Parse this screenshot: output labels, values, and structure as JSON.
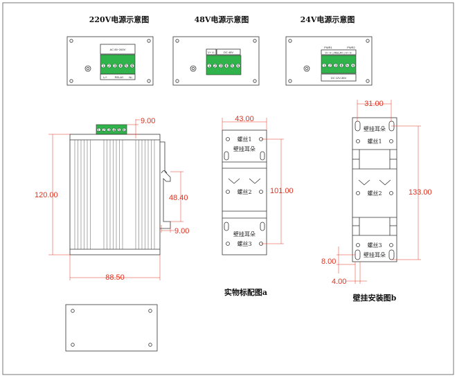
{
  "titles": {
    "t220": "220V电源示意图",
    "t48": "48V电源示意图",
    "t24": "24V电源示意图"
  },
  "panel220": {
    "label_top": "AC 85~260V",
    "label_l": "L/+",
    "label_relay": "RELAY",
    "label_n": "N/-"
  },
  "panel48": {
    "label_left": "V+ V-",
    "label_right": "DC 48V"
  },
  "panel24": {
    "label_pwr": "PWR1",
    "label_pwr2": "PWR2",
    "label_row": "V+ V- | RELAY | V+ V-",
    "label_box": "DC 12V-36V"
  },
  "dims": {
    "d_900_top": "9.00",
    "d_12000": "120.00",
    "d_4840": "48.40",
    "d_900_bottom": "9.00",
    "d_8850": "88.50",
    "d_4300": "43.00",
    "d_10100": "101.00",
    "d_3100": "31.00",
    "d_13300": "133.00",
    "d_800": "8.00",
    "d_400": "4.00"
  },
  "bracket_a": {
    "screw1": "螺丝1",
    "ear_top": "壁挂耳朵",
    "screw2": "螺丝2",
    "ear_bottom": "壁挂耳朵",
    "screw3": "螺丝3"
  },
  "bracket_b": {
    "ear_top": "壁挂耳朵",
    "screw1": "螺丝1",
    "screw2": "螺丝2",
    "screw3": "螺丝3",
    "ear_bottom": "壁挂耳朵"
  },
  "captions": {
    "a": "实物标配图a",
    "b": "壁挂安装图b"
  },
  "terminal_numbers": [
    "1",
    "2",
    "3",
    "4",
    "5",
    "6"
  ],
  "colors": {
    "terminal_green": "#2fb34a",
    "dimension_red": "#e0301e",
    "line": "#333333"
  }
}
